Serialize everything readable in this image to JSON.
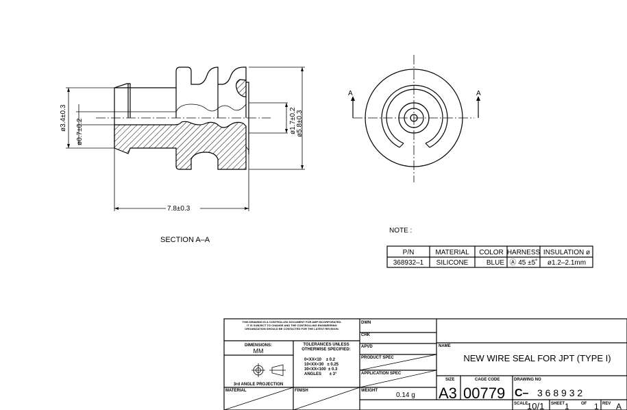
{
  "section_view": {
    "label": "SECTION A–A",
    "dim_dia_outer_tube": "ø3.4±0.3",
    "dim_dia_bore": "ø0.7±0.2",
    "dim_dia_inner": "ø1.7±0.2",
    "dim_dia_body": "ø5.8±0.3",
    "dim_length": "7.8±0.3"
  },
  "end_view": {
    "section_mark_left": "A",
    "section_mark_right": "A"
  },
  "note": {
    "label": "NOTE :",
    "headers": [
      "P/N",
      "MATERIAL",
      "COLOR",
      "HARNESS",
      "INSULATION ø"
    ],
    "rows": [
      [
        "368932–1",
        "SILICONE",
        "BLUE",
        "Ⓐ 45 ±5˚",
        "ø1.2–2.1mm"
      ]
    ]
  },
  "title_block": {
    "notice": [
      "THIS DRAWING IS A CONTROLLED DOCUMENT FOR AMP INCORPORATED.",
      "IT IS SUBJECT TO CHANGE AND THE CONTROLLING ENGINEERING",
      "ORGANIZATION SHOULD BE CONTACTED FOR THE LATEST REVISION."
    ],
    "dimensions_label": "DIMENSIONS:",
    "dimensions_value": "MM",
    "tolerances_title": [
      "TOLERANCES UNLESS",
      "OTHERWISE SPECIFIED:"
    ],
    "tolerances": [
      "0<XX<10    ± 0.2",
      "10<XX<30   ± 0.25",
      "30<XX<100  ± 0.3",
      "ANGLES       ± 3°"
    ],
    "projection": "3rd ANGLE PROJECTION",
    "material_label": "MATERIAL",
    "finish_label": "FINISH",
    "dwn_label": "DWN",
    "chk_label": "CHK",
    "apvd_label": "APVD",
    "product_spec_label": "PRODUCT SPEC",
    "application_spec_label": "APPLICATION SPEC",
    "weight_label": "WEIGHT",
    "weight_value": "0.14 g",
    "name_label": "NAME",
    "name_value": "NEW WIRE SEAL FOR JPT (TYPE I)",
    "size_label": "SIZE",
    "size_value": "A3",
    "cage_code_label": "CAGE CODE",
    "cage_code_value": "00779",
    "drawing_no_label": "DRAWING NO",
    "drawing_no_prefix": "C–",
    "drawing_no_value": "3 6 8 9 3 2",
    "scale_label": "SCALE",
    "scale_value": "10/1",
    "sheet_label": "SHEET",
    "sheet_value": "1",
    "of_label": "OF",
    "of_value": "1",
    "rev_label": "REV",
    "rev_value": "A"
  }
}
